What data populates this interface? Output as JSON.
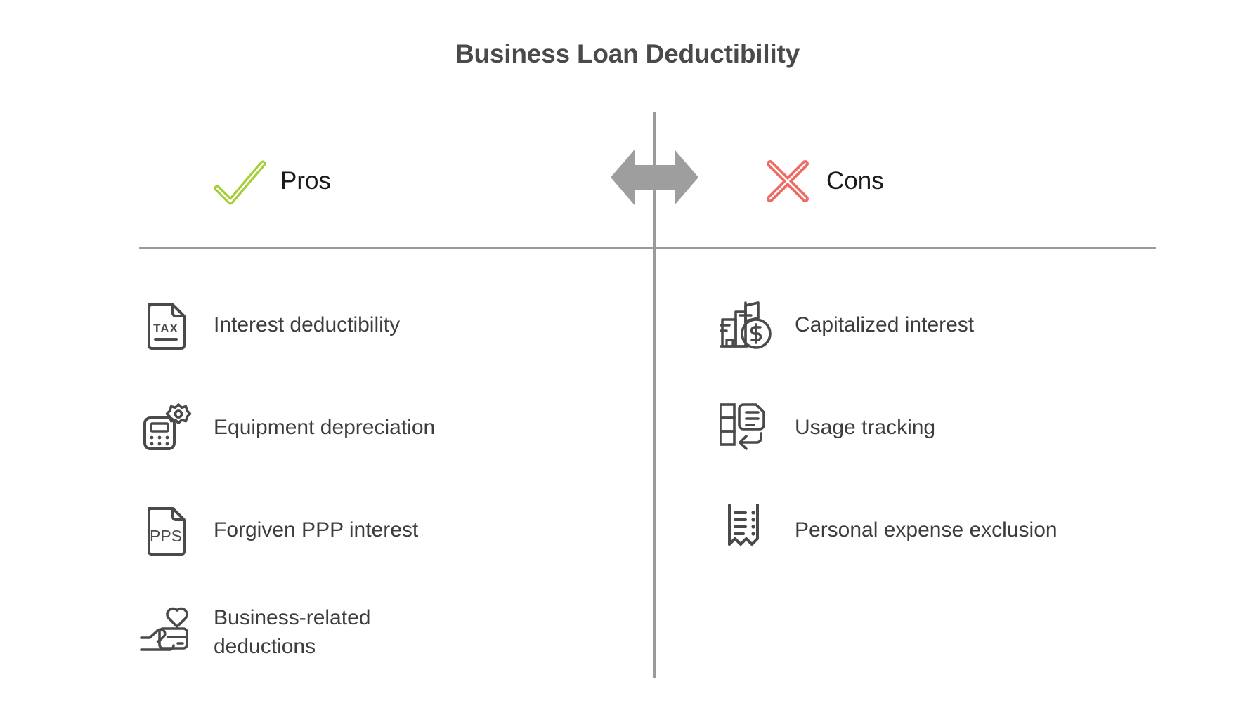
{
  "title": "Business Loan Deductibility",
  "colors": {
    "title": "#4a4a4a",
    "text": "#3d3d3d",
    "icon_stroke": "#4a4a4a",
    "divider": "#9a9a9a",
    "arrow": "#9e9e9e",
    "pros_accent": "#a6ce39",
    "cons_accent": "#ef6a62"
  },
  "center": {
    "arrow_icon": "double-headed-arrow-icon"
  },
  "pros": {
    "icon": "green-check-icon",
    "label": "Pros",
    "items": [
      {
        "icon": "tax-document-icon",
        "label": "Interest deductibility",
        "wrap": false
      },
      {
        "icon": "calculator-gear-icon",
        "label": "Equipment depreciation",
        "wrap": false
      },
      {
        "icon": "pps-document-icon",
        "label": "Forgiven PPP interest",
        "wrap": false
      },
      {
        "icon": "hand-card-heart-icon",
        "label": "Business-related deductions",
        "wrap": true
      }
    ]
  },
  "cons": {
    "icon": "red-cross-icon",
    "label": "Cons",
    "items": [
      {
        "icon": "building-dollar-icon",
        "label": "Capitalized interest",
        "wrap": false
      },
      {
        "icon": "document-tracking-icon",
        "label": "Usage tracking",
        "wrap": false
      },
      {
        "icon": "receipt-icon",
        "label": "Personal expense exclusion",
        "wrap": false
      }
    ]
  }
}
